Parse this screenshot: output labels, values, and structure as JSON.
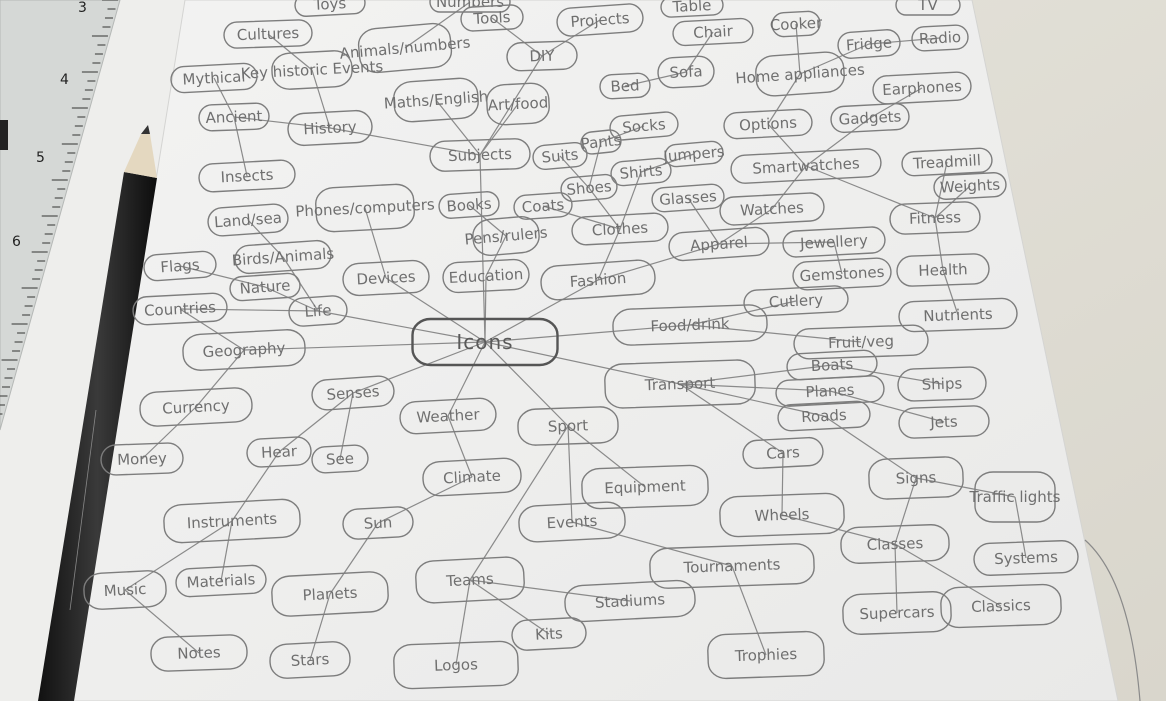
{
  "photo": {
    "colors": {
      "wall": "#e4e2da",
      "paper": "#f1f1f0",
      "pencil_body": "#1d1d1d",
      "graphite": "#7a7a7a",
      "ruler": "#d8dad8"
    },
    "ruler": {
      "numbers": [
        "3",
        "4",
        "5",
        "6"
      ]
    },
    "mindmap": {
      "center": "Icons",
      "nodes": [
        "Toys",
        "Numbers",
        "Cultures",
        "Animals/numbers",
        "Key historic Events",
        "Mythical",
        "Ancient",
        "History",
        "Maths/English",
        "Art/food",
        "Subjects",
        "Tools",
        "Projects",
        "DIY",
        "Bed",
        "Sofa",
        "Chair",
        "Table",
        "Home appliances",
        "Cooker",
        "Fridge",
        "Radio",
        "TV",
        "Earphones",
        "Gadgets",
        "Options",
        "Smartwatches",
        "Watches",
        "Treadmill",
        "Weights",
        "Fitness",
        "Health",
        "Nutrients",
        "Jewellery",
        "Gemstones",
        "Apparel",
        "Glasses",
        "Jumpers",
        "Shirts",
        "Shoes",
        "Pants",
        "Socks",
        "Suits",
        "Coats",
        "Clothes",
        "Fashion",
        "Books",
        "Pens/rulers",
        "Education",
        "Phones/computers",
        "Devices",
        "Insects",
        "Land/sea",
        "Birds/Animals",
        "Nature",
        "Life",
        "Flags",
        "Countries",
        "Geography",
        "Currency",
        "Money",
        "Senses",
        "Hear",
        "See",
        "Weather",
        "Climate",
        "Sun",
        "Planets",
        "Stars",
        "Instruments",
        "Materials",
        "Music",
        "Notes",
        "Sport",
        "Equipment",
        "Events",
        "Tournaments",
        "Teams",
        "Stadiums",
        "Kits",
        "Logos",
        "Trophies",
        "Food/drink",
        "Cutlery",
        "Fruit/veg",
        "Transport",
        "Boats",
        "Ships",
        "Planes",
        "Jets",
        "Roads",
        "Signs",
        "Traffic lights",
        "Systems",
        "Cars",
        "Wheels",
        "Classes",
        "Supercars",
        "Classics"
      ]
    }
  }
}
